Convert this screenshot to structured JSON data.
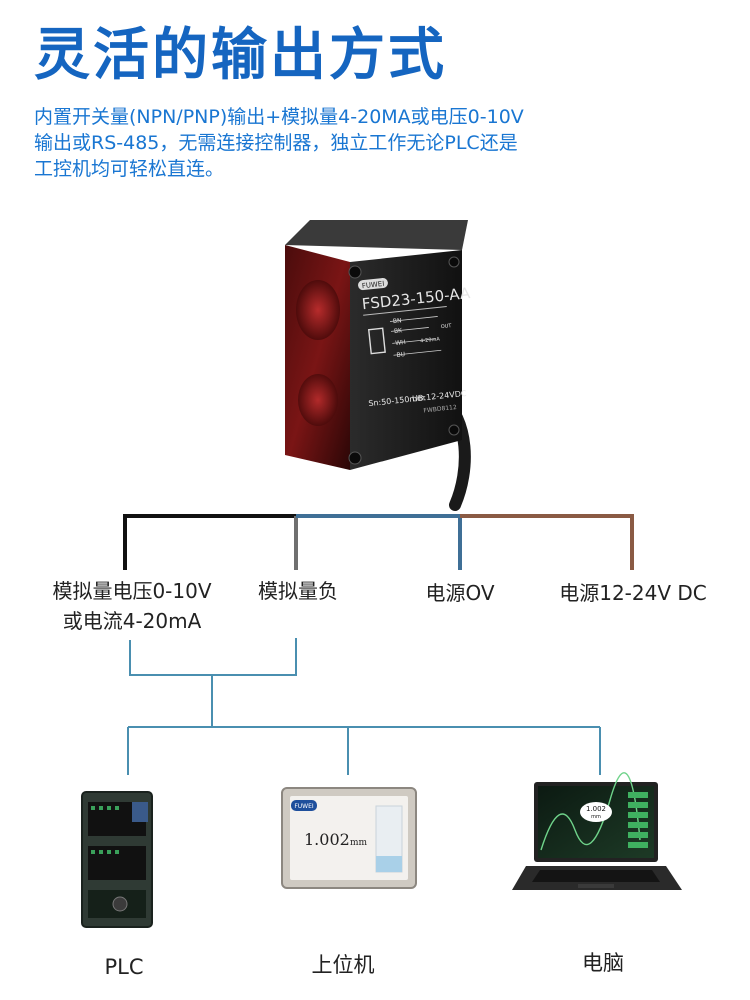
{
  "title": "灵活的输出方式",
  "description": [
    "内置开关量(NPN/PNP)输出+模拟量4-20MA或电压0-10V",
    "输出或RS-485，无需连接控制器，独立工作无论PLC还是",
    "工控机均可轻松直连。"
  ],
  "sensor": {
    "brand": "FUWEI",
    "model": "FSD23-150-AA",
    "range": "Sn:50-150mm",
    "voltage": "UB:12-24VDC",
    "serial": "FWBD8112",
    "wires": [
      "BN",
      "BK",
      "WH",
      "BU"
    ],
    "wire_notes": [
      "OUT",
      "4-20mA"
    ]
  },
  "wire_labels": {
    "analog_voltage_line1": "模拟量电压0-10V",
    "analog_voltage_line2": "或电流4-20mA",
    "analog_negative": "模拟量负",
    "power_0v": "电源OV",
    "power_12_24v": "电源12-24V DC"
  },
  "wire_colors": {
    "black": "#111111",
    "gray": "#6f6f6f",
    "blue": "#3f6f96",
    "brown": "#8a5a44",
    "connector": "#4a8fb0"
  },
  "devices": [
    {
      "name": "PLC"
    },
    {
      "name": "上位机",
      "display_value": "1.002",
      "display_unit": "mm",
      "brand": "FUWEI"
    },
    {
      "name": "电脑",
      "display_value": "1.002",
      "display_unit": "mm"
    }
  ]
}
